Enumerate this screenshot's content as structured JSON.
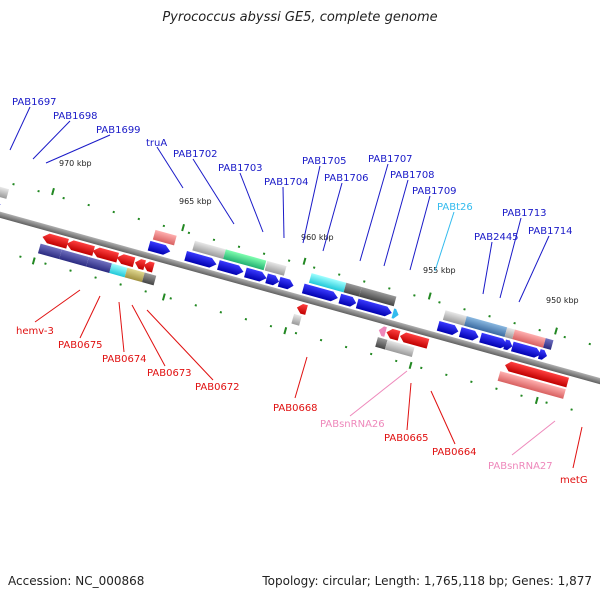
{
  "title": "Pyrococcus abyssi GE5, complete genome",
  "footer": {
    "accession": "Accession: NC_000868",
    "topology": "Topology: circular; Length: 1,765,118 bp; Genes: 1,877"
  },
  "colors": {
    "plus_label": "#1a1ac8",
    "minus_label": "#e01010",
    "trna_label": "#33bbee",
    "snrna_label": "#ee88bb",
    "backbone": "#808080",
    "tick": "#228822"
  },
  "ticks": [
    {
      "label": "970 kbp"
    },
    {
      "label": "965 kbp"
    },
    {
      "label": "960 kbp"
    },
    {
      "label": "955 kbp"
    },
    {
      "label": "950 kbp"
    }
  ],
  "plus_labels": [
    {
      "text": "PAB1697"
    },
    {
      "text": "PAB1698"
    },
    {
      "text": "PAB1699"
    },
    {
      "text": "truA"
    },
    {
      "text": "PAB1702"
    },
    {
      "text": "PAB1703"
    },
    {
      "text": "PAB1704"
    },
    {
      "text": "PAB1705"
    },
    {
      "text": "PAB1706"
    },
    {
      "text": "PAB1707"
    },
    {
      "text": "PAB1708"
    },
    {
      "text": "PAB1709"
    },
    {
      "text": "PABt26"
    },
    {
      "text": "PAB2445"
    },
    {
      "text": "PAB1713"
    },
    {
      "text": "PAB1714"
    }
  ],
  "minus_labels": [
    {
      "text": "hemv-3"
    },
    {
      "text": "PAB0675"
    },
    {
      "text": "PAB0674"
    },
    {
      "text": "PAB0673"
    },
    {
      "text": "PAB0672"
    },
    {
      "text": "PAB0668"
    },
    {
      "text": "PABsnRNA26"
    },
    {
      "text": "PAB0665"
    },
    {
      "text": "PAB0664"
    },
    {
      "text": "PABsnRNA27"
    },
    {
      "text": "metG"
    }
  ]
}
